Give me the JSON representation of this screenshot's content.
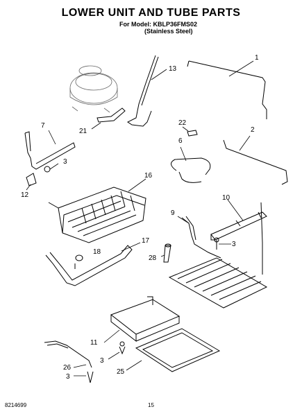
{
  "header": {
    "title": "LOWER UNIT AND TUBE PARTS",
    "model_line": "For Model: KBLP36FMS02",
    "variant_line": "(Stainless Steel)"
  },
  "callouts": {
    "c1": "1",
    "c2": "2",
    "c3a": "3",
    "c3b": "3",
    "c3c": "3",
    "c3d": "3",
    "c6": "6",
    "c7": "7",
    "c9": "9",
    "c10": "10",
    "c11": "11",
    "c12": "12",
    "c13": "13",
    "c16": "16",
    "c17": "17",
    "c18": "18",
    "c21": "21",
    "c22": "22",
    "c25": "25",
    "c26": "26",
    "c28": "28"
  },
  "footer": {
    "doc_number": "8214699",
    "page_number": "15"
  }
}
